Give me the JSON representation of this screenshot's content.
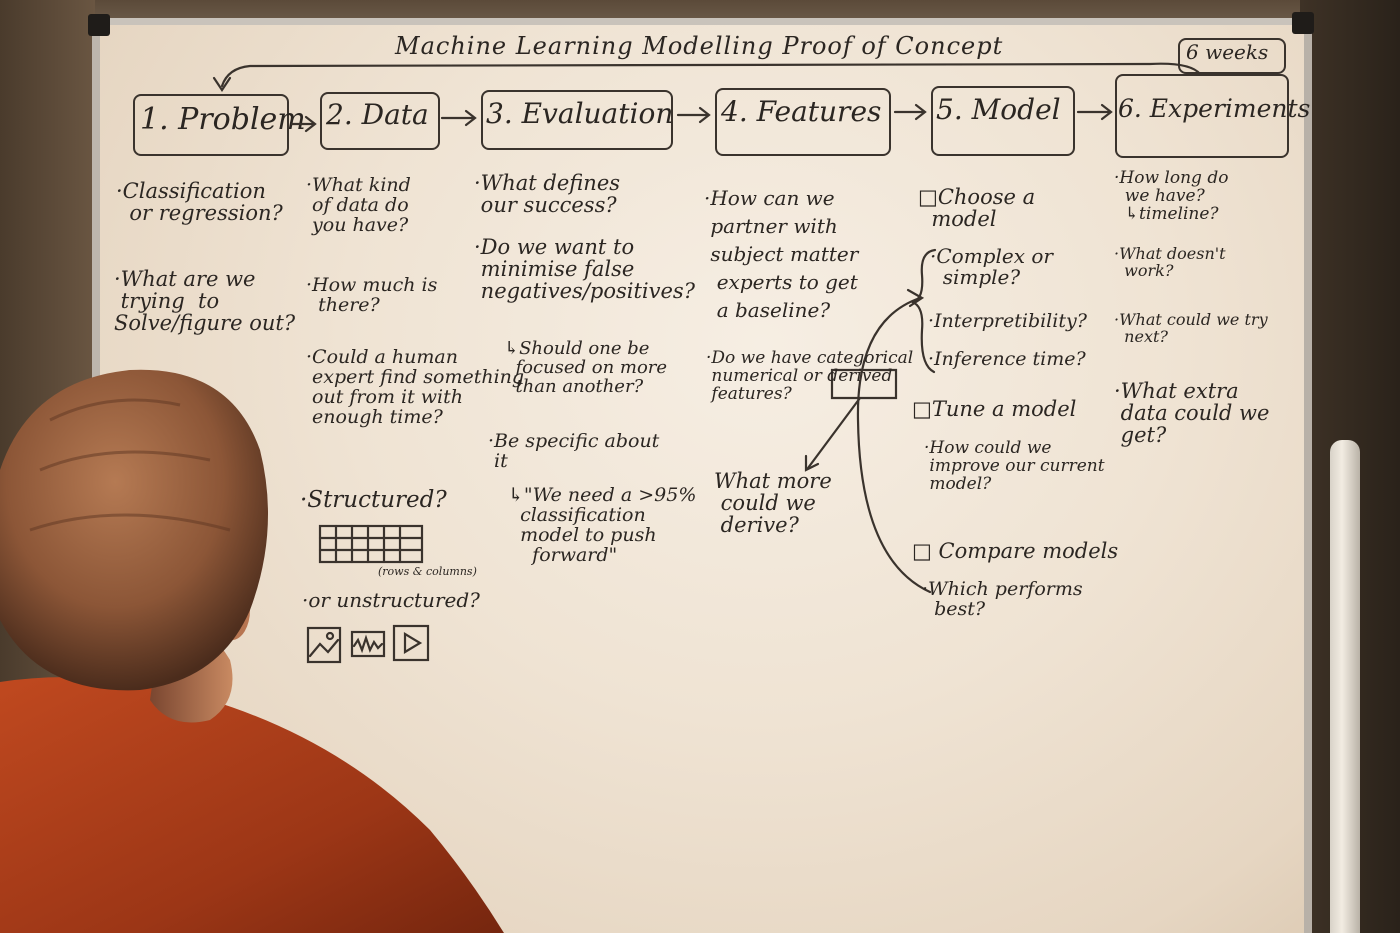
{
  "title": "Machine Learning Modelling Proof of Concept",
  "duration": "6 weeks",
  "steps": [
    {
      "label": "1. Problem"
    },
    {
      "label": "2. Data"
    },
    {
      "label": "3. Evaluation"
    },
    {
      "label": "4. Features"
    },
    {
      "label": "5. Model"
    },
    {
      "label": "6. Experiments"
    }
  ],
  "problem": {
    "q1": "·Classification\n  or regression?",
    "q2": "·What are we\n trying  to\nSolve/figure out?"
  },
  "data": {
    "q1": "·What kind\n of data do\n you have?",
    "q2": "·How much is\n  there?",
    "q3": "·Could a human\n expert find something\n out from it with\n enough time?",
    "q4": "·Structured?",
    "table_caption": "(rows & columns)",
    "q5": "·or unstructured?"
  },
  "evaluation": {
    "q1": "·What defines\n our success?",
    "q2": "·Do we want to\n minimise false\n negatives/positives?",
    "q3": "↳Should one be\n  focused on more\n  than another?",
    "q4": "·Be specific about\n it",
    "q5": "↳\"We need a >95%\n  classification\n  model to push\n    forward\""
  },
  "features": {
    "q1": "·How can we\n partner with\n subject matter\n  experts to get\n  a baseline?",
    "q2": "·Do we have categorical\n numerical or derived\n features?",
    "q3": "What more\n could we\n derive?"
  },
  "model": {
    "choose": "□Choose a\n  model",
    "c1": "·Complex or\n  simple?",
    "c2": "·Interpretibility?",
    "c3": "·Inference time?",
    "tune": "□Tune a model",
    "t1": "·How could we\n improve our current\n model?",
    "compare": "□ Compare models",
    "cmp1": "·Which performs\n  best?"
  },
  "experiments": {
    "q1": "·How long do\n  we have?\n  ↳timeline?",
    "q2": "·What doesn't\n  work?",
    "q3": "·What could we try\n  next?",
    "q4": "·What extra\n data could we\n get?"
  },
  "colors": {
    "board": "#f3e9dc",
    "marker": "#2b2622",
    "shirt": "#b2421c",
    "hair": "#8c5637"
  }
}
